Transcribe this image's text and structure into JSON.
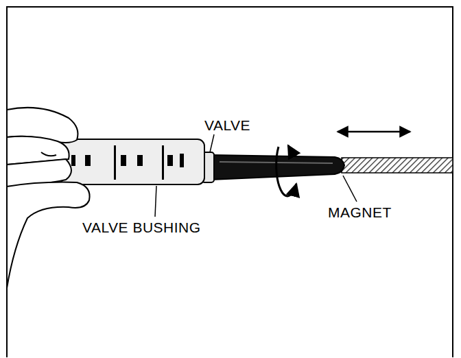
{
  "diagram": {
    "labels": [
      "VALVE",
      "VALVE BUSHING",
      "MAGNET"
    ]
  }
}
